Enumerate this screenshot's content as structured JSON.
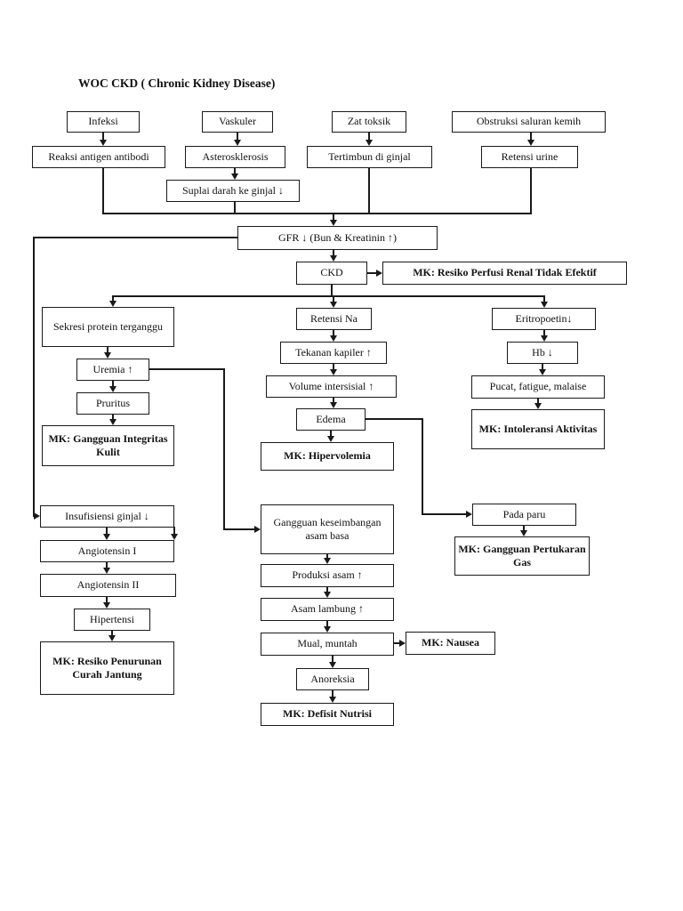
{
  "page": {
    "background": "#ffffff",
    "ink": "#1a1a1a"
  },
  "title": "WOC CKD ( Chronic Kidney Disease)",
  "nodes": {
    "infeksi": {
      "label": "Infeksi"
    },
    "vaskuler": {
      "label": "Vaskuler"
    },
    "zat_toksik": {
      "label": "Zat toksik"
    },
    "obstruksi": {
      "label": "Obstruksi saluran kemih"
    },
    "reaksi": {
      "label": "Reaksi antigen antibodi"
    },
    "asterosklerosis": {
      "label": "Asterosklerosis"
    },
    "tertimbun": {
      "label": "Tertimbun di ginjal"
    },
    "retensi_urine": {
      "label": "Retensi urine"
    },
    "suplai": {
      "label": "Suplai darah ke ginjal ↓"
    },
    "gfr": {
      "label": "GFR ↓  (Bun & Kreatinin ↑)"
    },
    "ckd": {
      "label": "CKD"
    },
    "mk_perfusi": {
      "label": "MK: Resiko Perfusi Renal Tidak Efektif"
    },
    "sekresi": {
      "label": "Sekresi protein terganggu"
    },
    "uremia": {
      "label": "Uremia ↑"
    },
    "pruritus": {
      "label": "Pruritus"
    },
    "mk_kulit": {
      "label": "MK: Gangguan Integritas Kulit"
    },
    "retensi_na": {
      "label": "Retensi Na"
    },
    "tekanan_kapiler": {
      "label": "Tekanan kapiler ↑"
    },
    "volume_intersisial": {
      "label": "Volume intersisial ↑"
    },
    "edema": {
      "label": "Edema"
    },
    "mk_hipervolemia": {
      "label": "MK: Hipervolemia"
    },
    "eritropoetin": {
      "label": "Eritropoetin↓"
    },
    "hb": {
      "label": "Hb ↓"
    },
    "pucat": {
      "label": "Pucat, fatigue, malaise"
    },
    "mk_intoleransi": {
      "label": "MK: Intoleransi Aktivitas"
    },
    "insufisiensi": {
      "label": "Insufisiensi ginjal ↓"
    },
    "angiotensin1": {
      "label": "Angiotensin I"
    },
    "angiotensin2": {
      "label": "Angiotensin II"
    },
    "hipertensi": {
      "label": "Hipertensi"
    },
    "mk_jantung": {
      "label": "MK: Resiko Penurunan Curah Jantung"
    },
    "gangguan_asam": {
      "label": "Gangguan keseimbangan asam basa"
    },
    "produksi_asam": {
      "label": "Produksi asam  ↑"
    },
    "asam_lambung": {
      "label": "Asam lambung  ↑"
    },
    "mual": {
      "label": "Mual, muntah"
    },
    "mk_nausea": {
      "label": "MK: Nausea"
    },
    "anoreksia": {
      "label": "Anoreksia"
    },
    "mk_defisit": {
      "label": "MK: Defisit Nutrisi"
    },
    "pada_paru": {
      "label": "Pada paru"
    },
    "mk_pertukaran": {
      "label": "MK: Gangguan Pertukaran Gas"
    }
  }
}
